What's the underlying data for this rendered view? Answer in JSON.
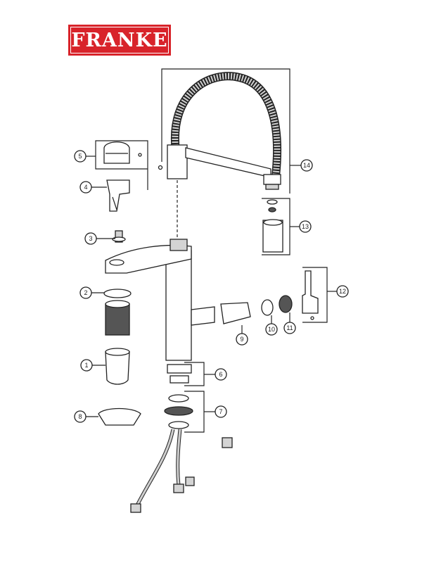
{
  "brand": {
    "logo_text": "FRANKE",
    "color": "#d8232a"
  },
  "callouts": [
    {
      "id": "c1",
      "label": "1"
    },
    {
      "id": "c2",
      "label": "2"
    },
    {
      "id": "c3",
      "label": "3"
    },
    {
      "id": "c4",
      "label": "4"
    },
    {
      "id": "c5",
      "label": "5"
    },
    {
      "id": "c6",
      "label": "6"
    },
    {
      "id": "c7",
      "label": "7"
    },
    {
      "id": "c8",
      "label": "8"
    },
    {
      "id": "c9",
      "label": "9"
    },
    {
      "id": "c10",
      "label": "10"
    },
    {
      "id": "c11",
      "label": "11"
    },
    {
      "id": "c12",
      "label": "12"
    },
    {
      "id": "c13",
      "label": "13"
    },
    {
      "id": "c14",
      "label": "14"
    }
  ]
}
